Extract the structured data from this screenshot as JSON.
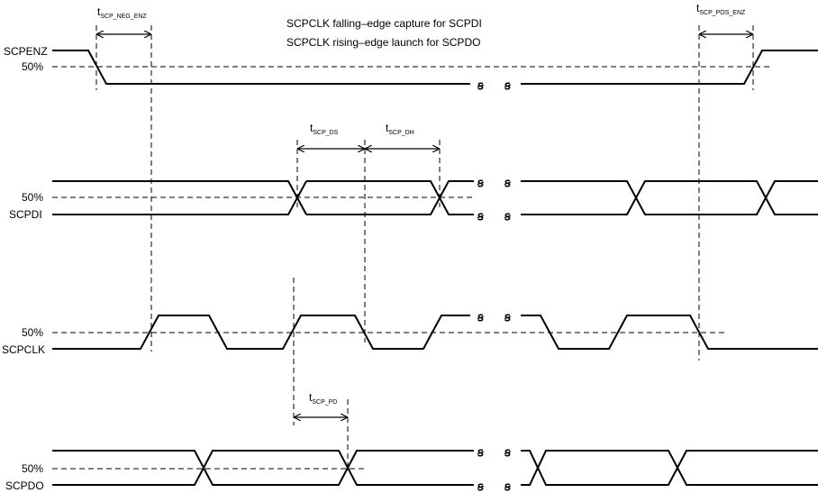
{
  "notes": {
    "line1": "SCPCLK falling–edge capture for SCPDI",
    "line2": "SCPCLK rising–edge launch for SCPDO"
  },
  "signals": {
    "scpenz": "SCPENZ",
    "scpdi": "SCPDI",
    "scpclk": "SCPCLK",
    "scpdo": "SCPDO"
  },
  "level_50": "50%",
  "timings": {
    "neg_enz": {
      "main": "t",
      "sub": "SCP_NEG_ENZ"
    },
    "pos_enz": {
      "main": "t",
      "sub": "SCP_POS_ENZ"
    },
    "ds": {
      "main": "t",
      "sub": "SCP_DS"
    },
    "dh": {
      "main": "t",
      "sub": "SCP_DH"
    },
    "pd": {
      "main": "t",
      "sub": "SCP_PD"
    }
  },
  "break_symbol": "ꞩ"
}
